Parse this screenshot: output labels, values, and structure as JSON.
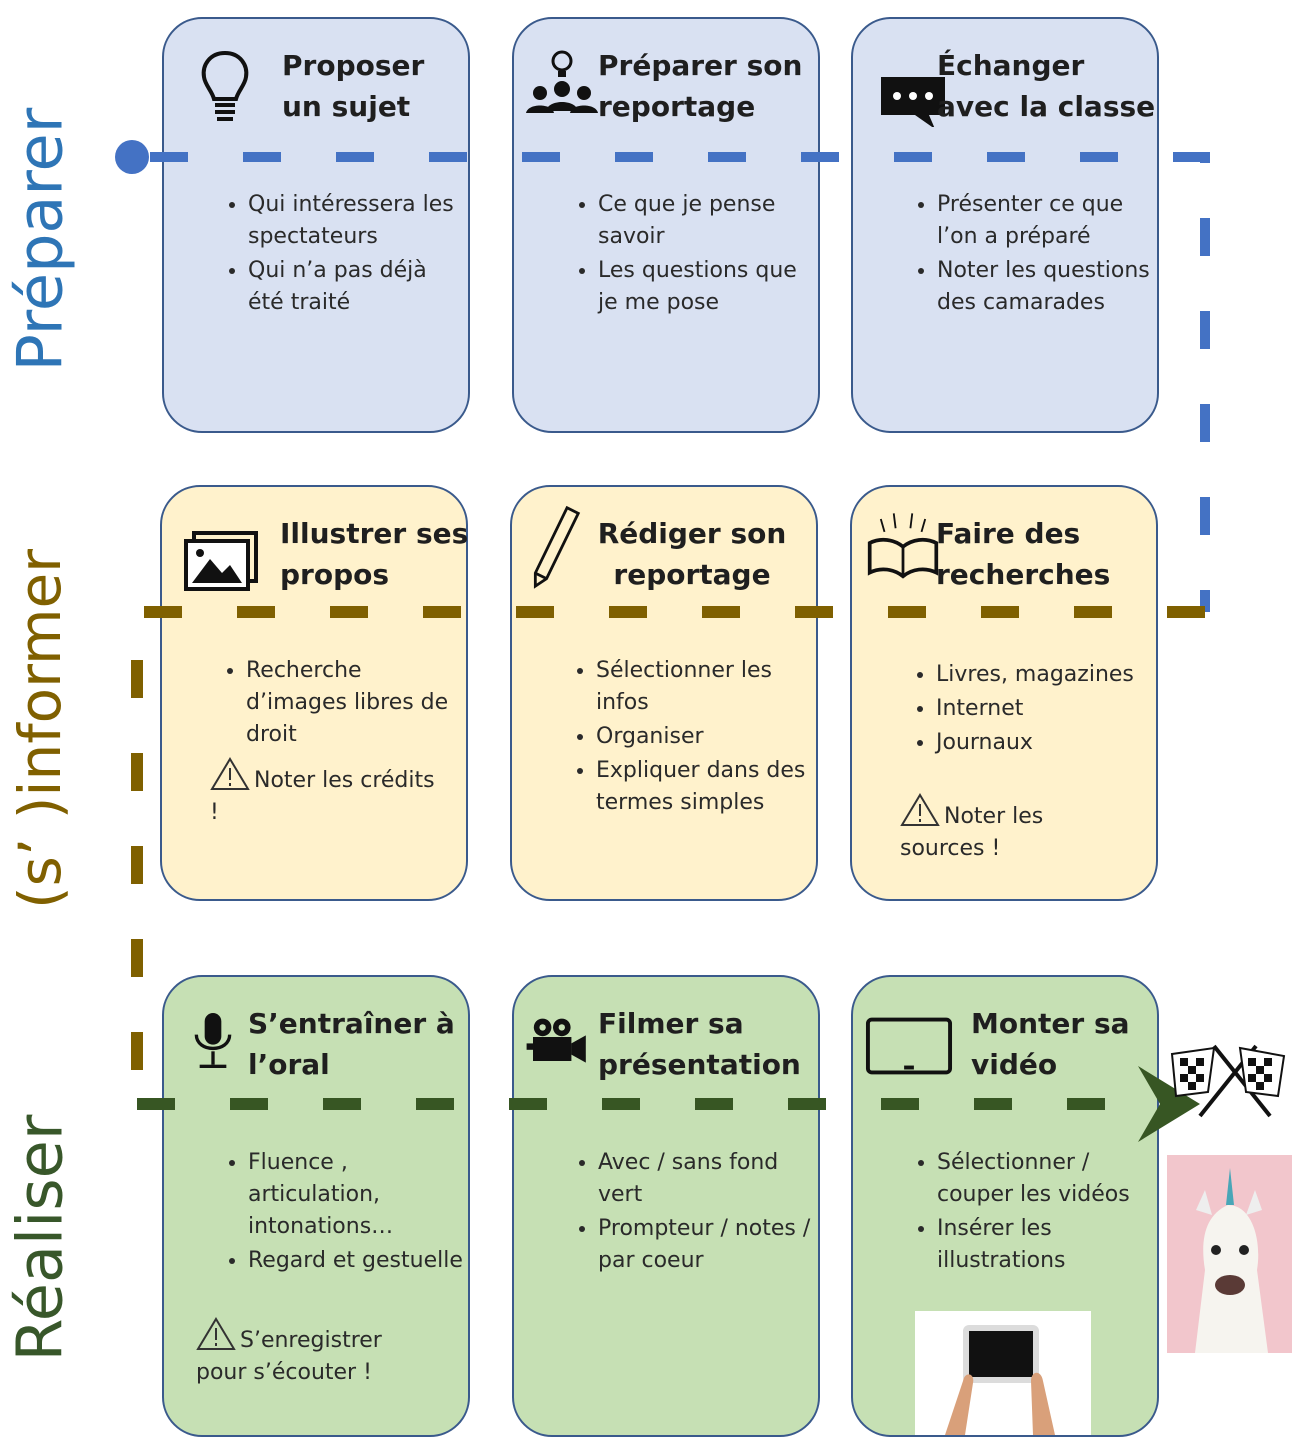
{
  "rows": {
    "preparer": {
      "label": "Préparer",
      "color": "#2e75b6"
    },
    "informer": {
      "label": "(s’   )informer",
      "color": "#806000"
    },
    "realiser": {
      "label": "Réaliser",
      "color": "#38572a"
    }
  },
  "cards": {
    "c1": {
      "title": "Proposer un sujet",
      "icon": "lightbulb-icon",
      "bullets": [
        "Qui intéressera les spectateurs",
        "Qui n’a pas déjà été traité"
      ]
    },
    "c2": {
      "title": "Préparer son reportage",
      "icon": "team-idea-icon",
      "bullets": [
        "Ce que je pense savoir",
        "Les questions que je me pose"
      ]
    },
    "c3": {
      "title": "Échanger avec la classe",
      "icon": "chat-bubble-icon",
      "bullets": [
        "Présenter ce que l’on a préparé",
        "Noter les questions des camarades"
      ]
    },
    "c4": {
      "title": "Illustrer ses propos",
      "icon": "images-icon",
      "bullets": [
        "Recherche d’images libres de droit"
      ],
      "warning": "Noter les crédits !"
    },
    "c5": {
      "title": "Rédiger son reportage",
      "icon": "pencil-icon",
      "bullets": [
        "Sélectionner les infos",
        "Organiser",
        "Expliquer dans des termes simples"
      ]
    },
    "c6": {
      "title": "Faire des recherches",
      "icon": "open-book-icon",
      "bullets": [
        "Livres, magazines",
        "Internet",
        "Journaux"
      ],
      "warning": "Noter les sources !"
    },
    "c7": {
      "title": "S’entraîner à l’oral",
      "icon": "microphone-icon",
      "bullets": [
        "Fluence , articulation, intonations…",
        "Regard et gestuelle"
      ],
      "warning": "S’enregistrer pour s’écouter !"
    },
    "c8": {
      "title": "Filmer sa présentation",
      "icon": "video-camera-icon",
      "bullets": [
        "Avec / sans fond vert",
        "Prompteur / notes / par coeur"
      ]
    },
    "c9": {
      "title": "Monter sa vidéo",
      "icon": "tablet-icon",
      "bullets": [
        "Sélectionner / couper les vidéos",
        "Insérer les illustrations"
      ]
    }
  },
  "colors": {
    "blue_path": "#4472c4",
    "gold_path": "#7f6000",
    "green_path": "#375623"
  }
}
